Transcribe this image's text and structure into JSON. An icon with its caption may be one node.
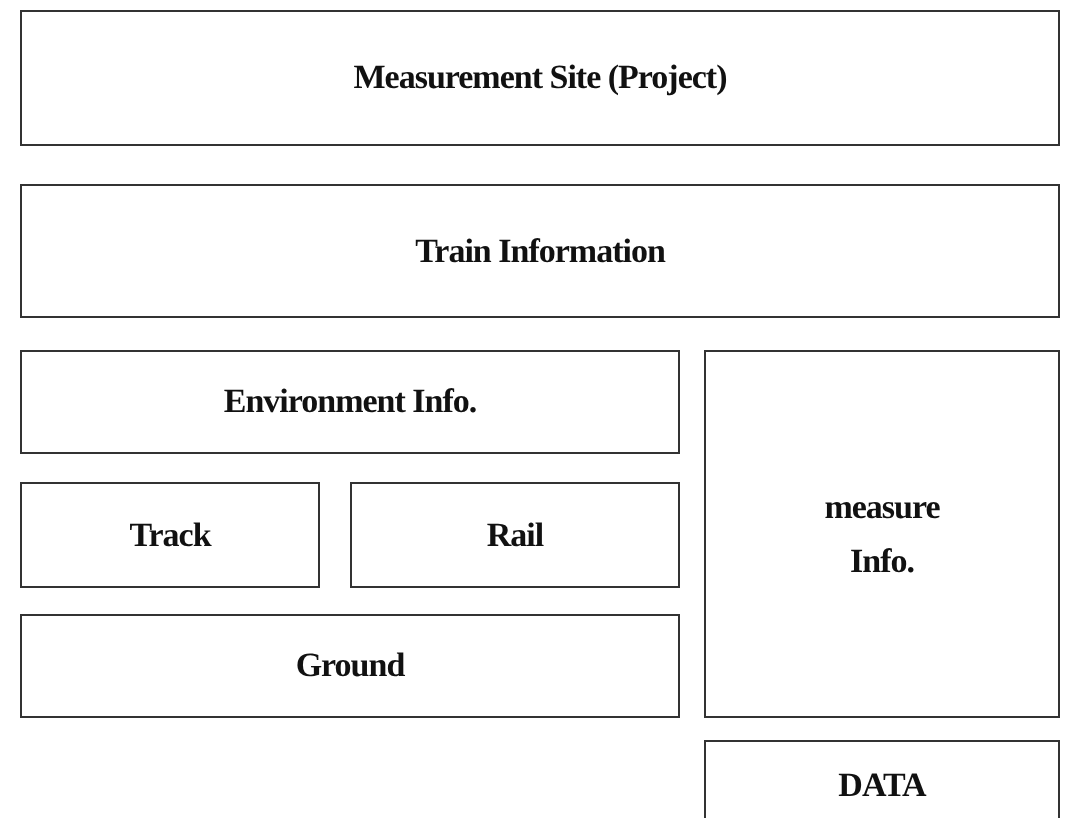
{
  "diagram": {
    "nodes": [
      {
        "text": [
          "Measurement Site (Project)"
        ]
      },
      {
        "text": [
          "Train Information"
        ]
      },
      {
        "text": [
          "Environment Info."
        ]
      },
      {
        "text": [
          "Track"
        ]
      },
      {
        "text": [
          "Rail"
        ]
      },
      {
        "text": [
          "Ground"
        ]
      },
      {
        "text": [
          "measure Info."
        ]
      },
      {
        "text": [
          "DATA"
        ]
      }
    ]
  }
}
